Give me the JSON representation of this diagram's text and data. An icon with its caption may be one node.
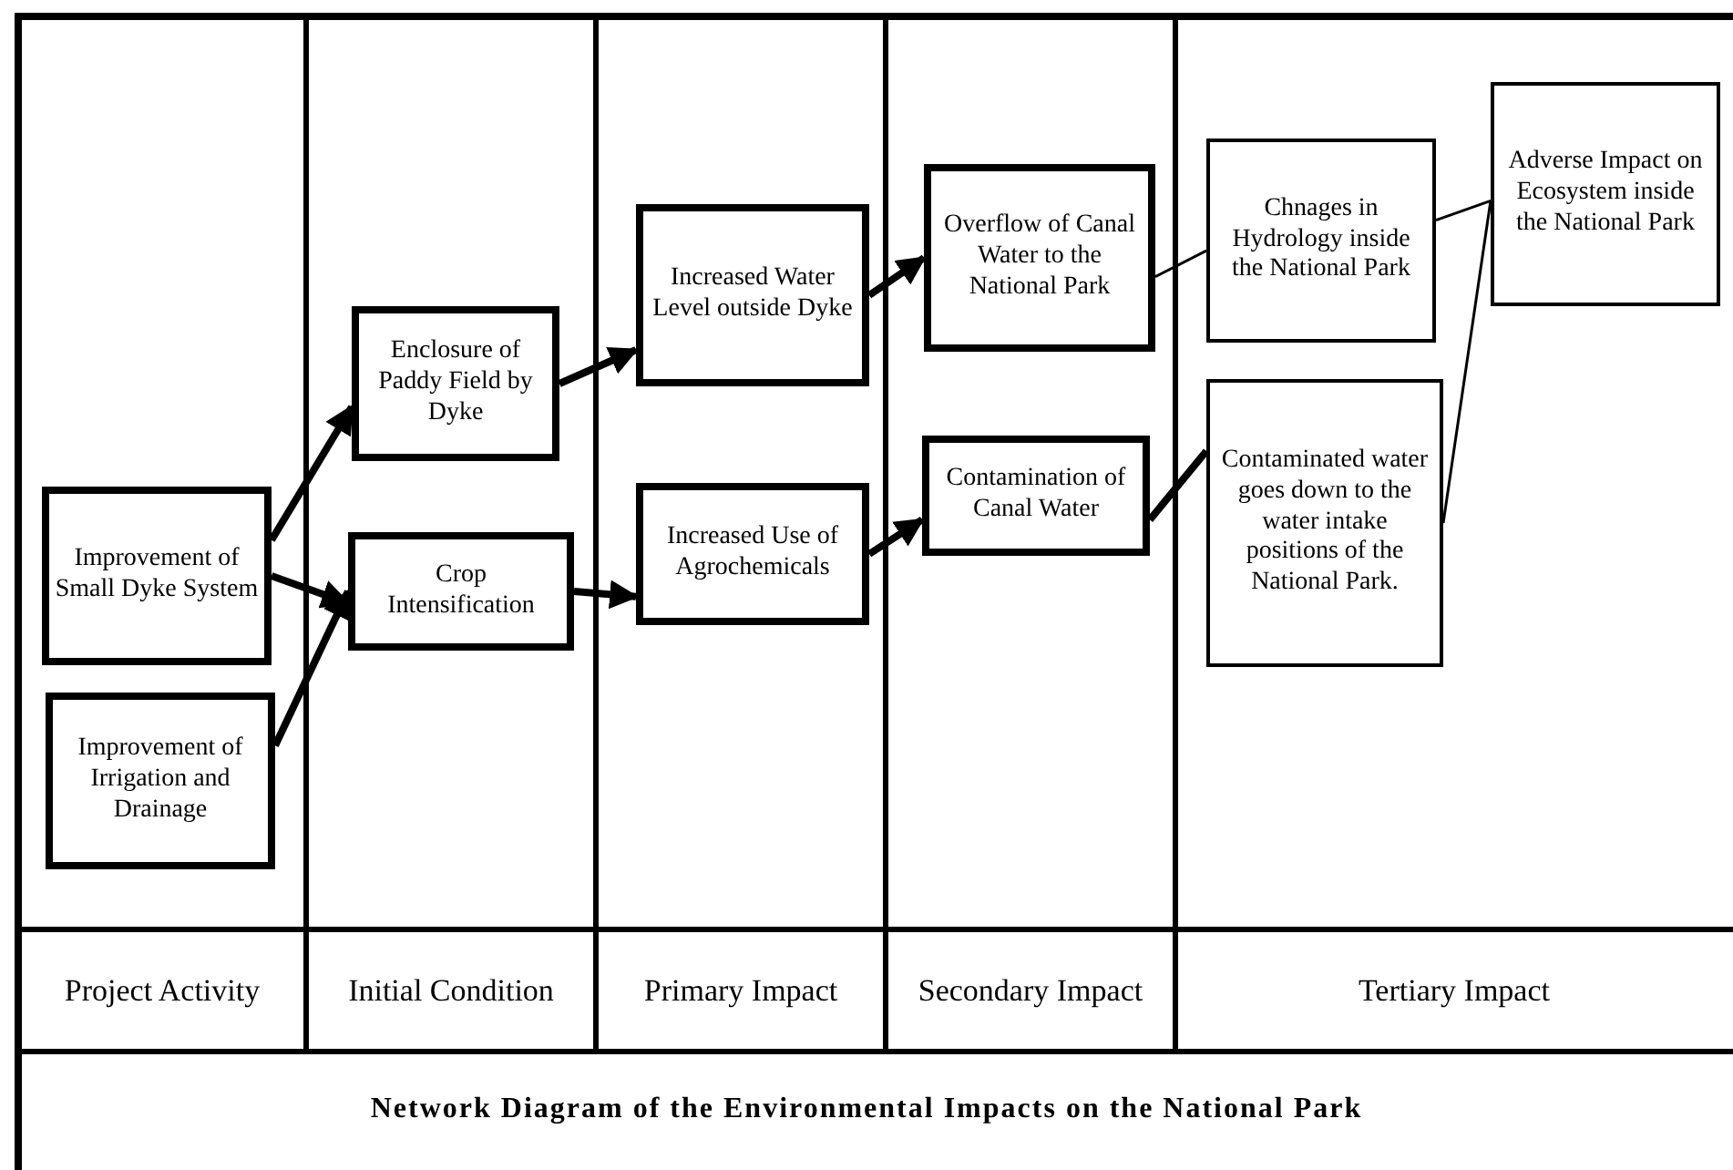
{
  "diagram": {
    "title": "Network Diagram of the Environmental Impacts on the National Park",
    "nodes": [
      {
        "text": [
          "Improvement of Small Dyke System"
        ]
      },
      {
        "text": [
          "Improvement of Irrigation and Drainage"
        ]
      },
      {
        "text": [
          "Enclosure of Paddy Field by Dyke"
        ]
      },
      {
        "text": [
          "Crop Intensification"
        ]
      },
      {
        "text": [
          "Increased Water Level outside Dyke"
        ]
      },
      {
        "text": [
          "Increased Use of Agrochemicals"
        ]
      },
      {
        "text": [
          "Overflow of Canal Water to the National Park"
        ]
      },
      {
        "text": [
          "Contamination of Canal Water"
        ]
      },
      {
        "text": [
          "Chnages in Hydrology inside the National Park"
        ]
      },
      {
        "text": [
          "Contaminated water goes down to the water intake positions of the National Park."
        ]
      },
      {
        "text": [
          "Adverse Impact on Ecosystem inside the National Park"
        ]
      }
    ],
    "edges": [
      {
        "from": 0,
        "to": 2,
        "arrow": "to"
      },
      {
        "from": 0,
        "to": 3,
        "arrow": "to"
      },
      {
        "from": 1,
        "to": 3,
        "arrow": "to"
      },
      {
        "from": 2,
        "to": 4,
        "arrow": "to"
      },
      {
        "from": 3,
        "to": 5,
        "arrow": "to"
      },
      {
        "from": 4,
        "to": 6,
        "arrow": "to"
      },
      {
        "from": 5,
        "to": 7,
        "arrow": "to"
      },
      {
        "from": 6,
        "to": 8,
        "arrow": "none"
      },
      {
        "from": 7,
        "to": 9,
        "arrow": "none"
      },
      {
        "from": 8,
        "to": 10,
        "arrow": "none"
      },
      {
        "from": 9,
        "to": 10,
        "arrow": "none"
      }
    ],
    "labels": [
      "Project Activity",
      "Initial Condition",
      "Primary Impact",
      "Secondary Impact",
      "Tertiary Impact"
    ]
  }
}
